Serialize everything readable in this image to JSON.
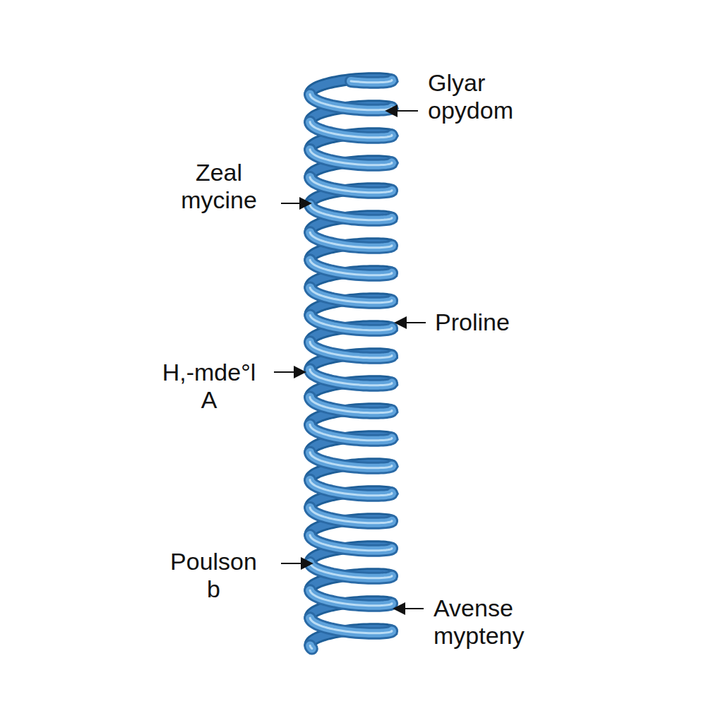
{
  "diagram": {
    "labels": [
      "Glyar opydom",
      "Zeal mycine",
      "Proline",
      "H,-mde°l A",
      "Poulson b",
      "Avense mypteny"
    ]
  }
}
